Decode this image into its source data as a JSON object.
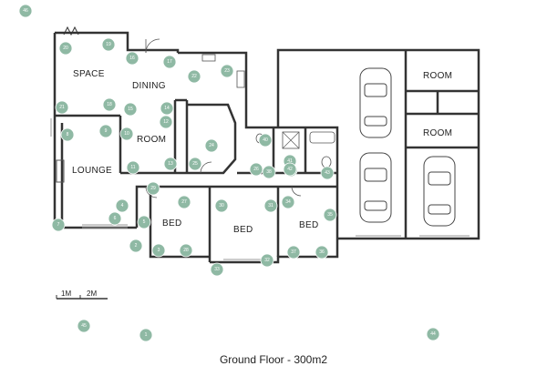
{
  "rooms": {
    "space": "SPACE",
    "dining": "DINING",
    "room": "ROOM",
    "lounge": "LOUNGE",
    "bed1": "BED",
    "bed2": "BED",
    "bed3": "BED",
    "garage_room1": "ROOM",
    "garage_room2": "ROOM"
  },
  "scale": {
    "one": "1M",
    "two": "2M"
  },
  "caption": "Ground Floor - 300m2",
  "colors": {
    "wall": "#333333",
    "marker": "#8fb9a4"
  },
  "markers": [
    "1",
    "2",
    "3",
    "4",
    "5",
    "6",
    "7",
    "8",
    "9",
    "10",
    "11",
    "12",
    "13",
    "14",
    "15",
    "16",
    "17",
    "18",
    "19",
    "20",
    "21",
    "22",
    "23",
    "24",
    "25",
    "26",
    "27",
    "28",
    "29",
    "30",
    "31",
    "32",
    "33",
    "34",
    "35",
    "36",
    "37",
    "38",
    "39",
    "40",
    "41",
    "42",
    "43",
    "44",
    "45",
    "46"
  ]
}
